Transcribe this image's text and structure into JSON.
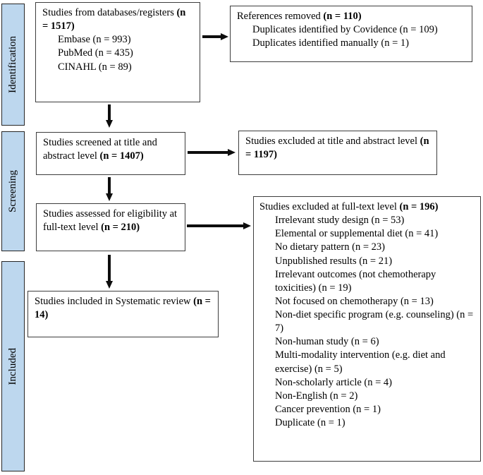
{
  "colors": {
    "sidebar-fill": "#bdd7ee",
    "sidebar-border": "#262626",
    "box-border": "#3d3d3d",
    "arrow-color": "#0d0d0d"
  },
  "sidebar": {
    "labels": [
      "Identification",
      "Screening",
      "Included"
    ]
  },
  "boxes": {
    "databases": {
      "title": "Studies from databases/registers",
      "count": "(n = 1517)",
      "items": [
        "Embase (n = 993)",
        "PubMed (n = 435)",
        "CINAHL (n = 89)"
      ]
    },
    "removed": {
      "title": "References removed",
      "count": "(n = 110)",
      "items": [
        "Duplicates identified by Covidence (n = 109)",
        "Duplicates identified manually (n = 1)"
      ]
    },
    "screened": {
      "title": "Studies screened at title and abstract level",
      "count": "(n = 1407)"
    },
    "excluded_title_abstract": {
      "title": "Studies excluded at title and abstract level",
      "count": "(n = 1197)"
    },
    "assessed": {
      "title": "Studies assessed for eligibility at full-text level",
      "count": "(n = 210)"
    },
    "excluded_fulltext": {
      "title": "Studies excluded at full-text level",
      "count": "(n = 196)",
      "items": [
        "Irrelevant study design (n = 53)",
        "Elemental or supplemental diet (n = 41)",
        "No dietary pattern (n = 23)",
        "Unpublished results (n = 21)",
        "Irrelevant outcomes (not chemotherapy toxicities) (n = 19)",
        "Not focused on chemotherapy (n = 13)",
        "Non-diet specific program (e.g. counseling) (n = 7)",
        "Non-human study (n = 6)",
        "Multi-modality intervention (e.g. diet and exercise) (n = 5)",
        "Non-scholarly article (n = 4)",
        "Non-English (n = 2)",
        "Cancer prevention (n = 1)",
        "Duplicate (n = 1)"
      ]
    },
    "included": {
      "title": "Studies included in Systematic review",
      "count": "(n = 14)"
    }
  }
}
